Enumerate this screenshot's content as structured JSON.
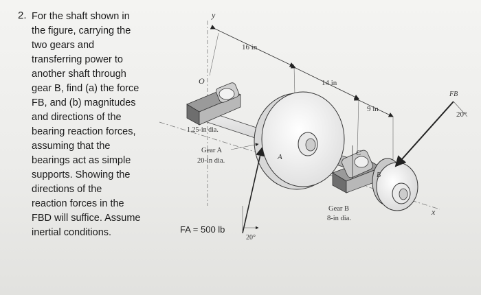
{
  "problem": {
    "number": "2.",
    "lines": [
      "For the shaft shown in",
      "the figure, carrying the",
      "two gears and",
      "transferring power to",
      "another shaft through",
      "gear B, find (a) the force",
      "FB, and (b) magnitudes",
      "and directions of the",
      "bearing reaction forces,",
      "assuming that the",
      "bearings act as simple",
      "supports. Showing the",
      "directions of the",
      "reaction forces in the",
      "FBD will suffice. Assume",
      "inertial conditions."
    ]
  },
  "figure": {
    "axis_y": "y",
    "axis_x": "x",
    "origin": "O",
    "dim_16": "16 in",
    "dim_14": "14 in",
    "dim_9": "9 in",
    "shaft_dia": "1.25-in dia.",
    "gear_a_line1": "Gear A",
    "gear_a_line2": "20-in dia.",
    "label_a": "A",
    "label_b": "B",
    "label_c": "C",
    "fb_label": "FB",
    "fb_angle": "20°",
    "fa_label": "FA = 500 lb",
    "fa_angle": "20°"
  }
}
